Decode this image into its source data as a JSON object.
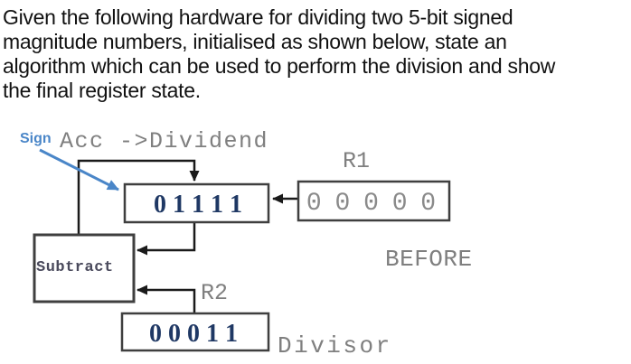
{
  "question": {
    "lines": [
      "Given the following hardware for dividing two 5-bit signed",
      "magnitude numbers, initialised as shown below, state an",
      "algorithm which can be used to perform the division and show",
      "the final register state."
    ]
  },
  "diagram": {
    "sign_label": "Sign",
    "acc_label": "Acc ->Dividend",
    "acc_value": "0 1 1 1 1",
    "r1_label": "R1",
    "r1_value": "0 0 0 0 0",
    "before_label": "BEFORE",
    "subtract_label": "Subtract",
    "r2_label": "R2",
    "divisor_value": "0 0 0 1 1",
    "divisor_label": "Divisor"
  },
  "colors": {
    "value_text": "#1f3864",
    "label_gray": "#7f7f7f",
    "sign_blue": "#4a86c8",
    "wire_black": "#1a1a1a",
    "box_border": "#3f3f3f",
    "subtract_text": "#4a4a5c",
    "body_text": "#111111",
    "background": "#ffffff"
  }
}
